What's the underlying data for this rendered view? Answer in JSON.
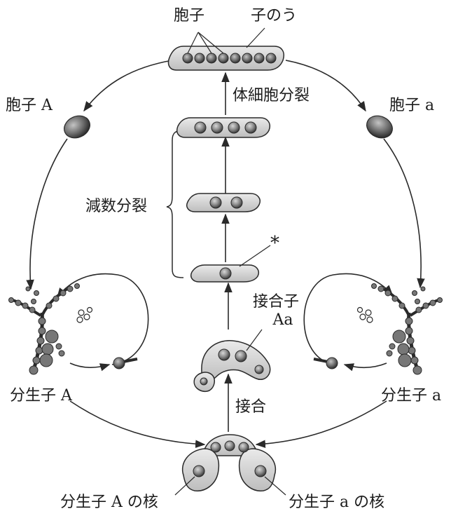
{
  "labels": {
    "spore": "胞子",
    "ascus": "子のう",
    "spore_A": "胞子 A",
    "spore_a": "胞子 a",
    "somatic_division": "体細胞分裂",
    "meiosis": "減数分裂",
    "asterisk": "*",
    "zygote_line1": "接合子",
    "zygote_line2": "Aa",
    "conidium_A": "分生子 A",
    "conidium_a": "分生子 a",
    "conjugation": "接合",
    "nucleus_A": "分生子 A の核",
    "nucleus_a": "分生子 a の核"
  }
}
